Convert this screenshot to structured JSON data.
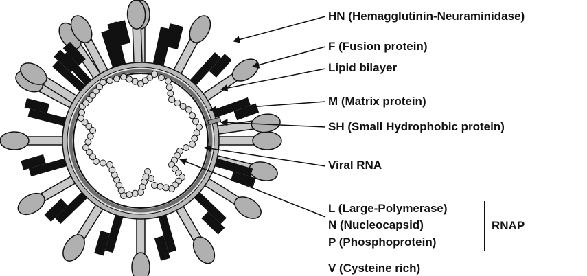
{
  "labels": {
    "hn": "HN (Hemagglutinin-Neuraminidase)",
    "f": "F (Fusion protein)",
    "lipid": "Lipid bilayer",
    "m": "M (Matrix protein)",
    "sh": "SH (Small Hydrophobic protein)",
    "rna": "Viral RNA",
    "l": "L (Large-Polymerase)",
    "n": "N (Nucleocapsid)",
    "p": "P (Phosphoprotein)",
    "rnap": "RNAP",
    "v": "V (Cysteine rich)"
  },
  "colors": {
    "outline": "#111111",
    "membrane_outer": "#b8b8b8",
    "membrane_inner": "#e2e2e2",
    "matrix": "#6e6e6e",
    "hn_stalk": "#c8c8c8",
    "hn_head": "#b0b0b0",
    "f_protein": "#111111",
    "rna_bead": "#d8d8d8"
  }
}
